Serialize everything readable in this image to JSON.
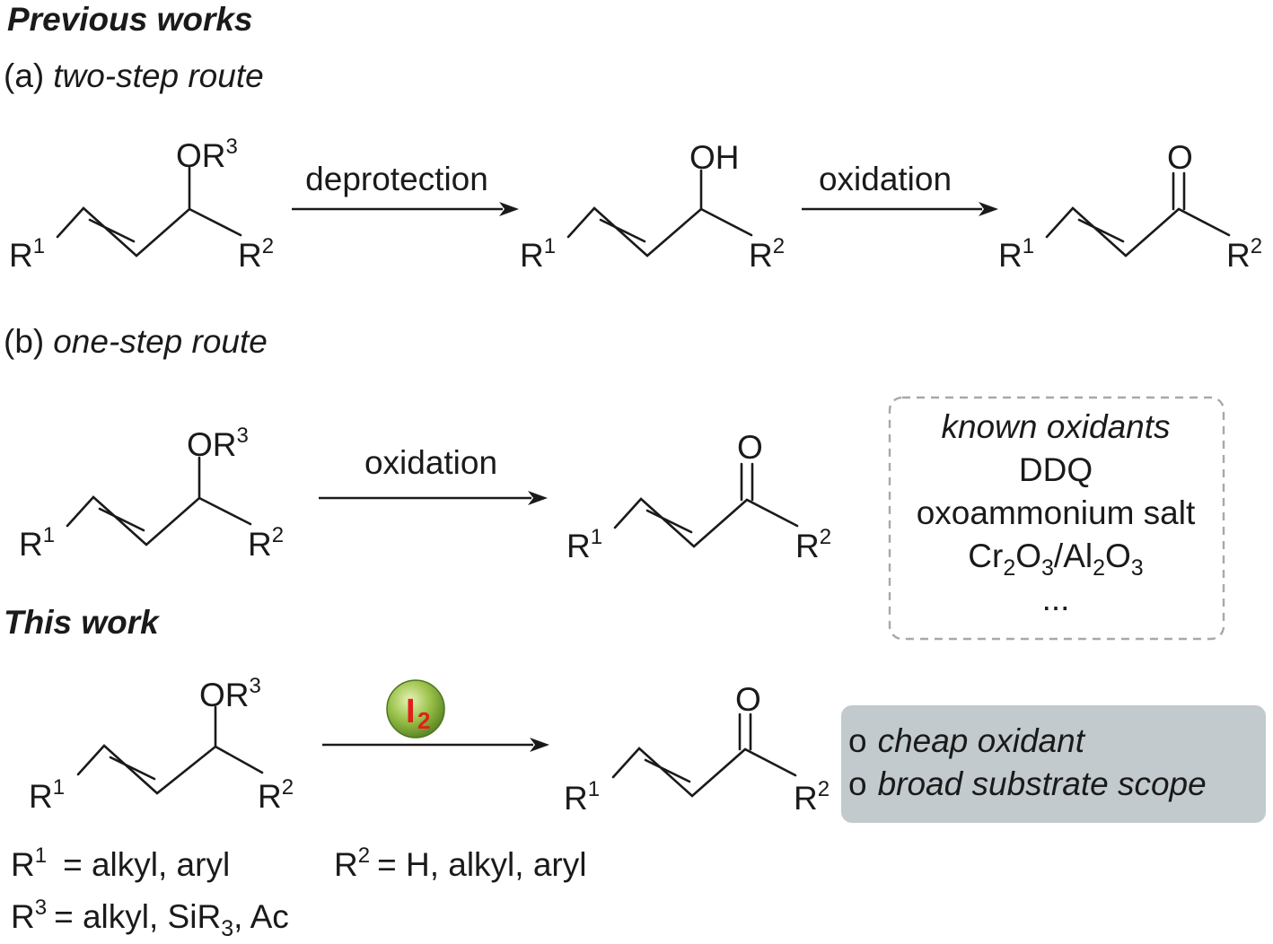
{
  "sections": {
    "previous": "Previous works",
    "a_prefix": "(a)",
    "a_title": "two-step route",
    "b_prefix": "(b)",
    "b_title": "one-step route",
    "this_work": "This work"
  },
  "atoms": {
    "R": "R",
    "one": "1",
    "two": "2",
    "three": "3",
    "O": "O",
    "OH": "OH"
  },
  "arrows": {
    "deprotection": "deprotection",
    "oxidation": "oxidation",
    "reagent_main": "I",
    "reagent_sub": "2"
  },
  "known_box": {
    "title": "known oxidants",
    "item1": "DDQ",
    "item2": "oxoammonium salt",
    "item3_cr": "Cr",
    "item3_o": "O",
    "item3_slash_al": "/Al",
    "sub2": "2",
    "sub3": "3",
    "ellipsis": "..."
  },
  "advantages": {
    "bullet": "o",
    "item1": "cheap oxidant",
    "item2": "broad substrate scope"
  },
  "definitions": {
    "r1_eq": "= alkyl, aryl",
    "r2_eq": "= H, alkyl, aryl",
    "r3_eq_a": "= alkyl, SiR",
    "r3_sub": "3",
    "r3_eq_b": ", Ac"
  },
  "colors": {
    "box_fill": "#c2cacd",
    "dash": "#a8a8a8",
    "badge_green": "#7ea83a",
    "badge_red": "#e0201a"
  }
}
